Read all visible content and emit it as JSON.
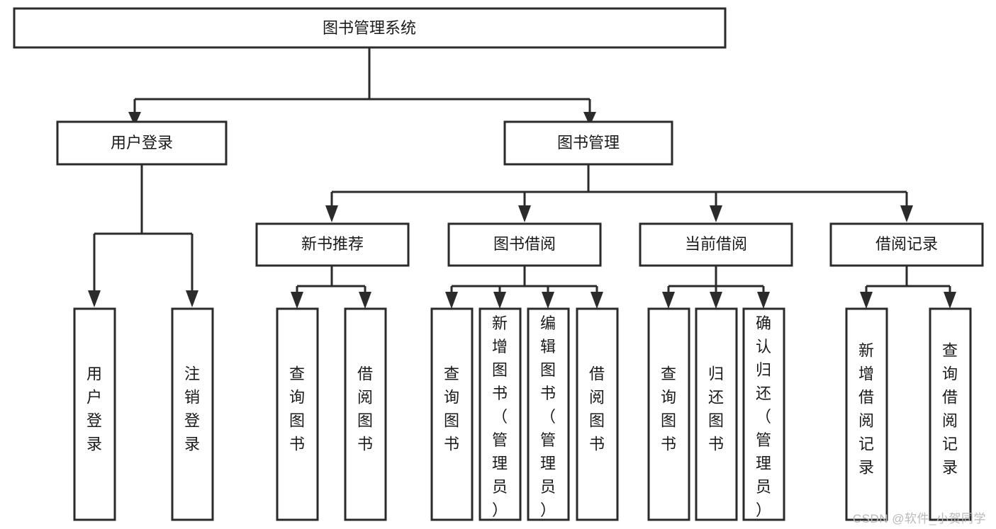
{
  "diagram": {
    "type": "tree-hierarchy-chart",
    "title": "图书管理系统",
    "watermark": "CSDN @软件_小贺同学",
    "colors": {
      "box_stroke": "#2b2b2b",
      "box_fill": "#ffffff",
      "text": "#1a1a1a",
      "background": "#ffffff",
      "watermark": "#b9b9b9"
    },
    "root": {
      "id": "root",
      "label": "图书管理系统",
      "orientation": "horizontal"
    },
    "level1": [
      {
        "id": "user-login",
        "label": "用户登录",
        "orientation": "horizontal"
      },
      {
        "id": "book-manage",
        "label": "图书管理",
        "orientation": "horizontal"
      }
    ],
    "level2": [
      {
        "id": "new-book-recommend",
        "label": "新书推荐",
        "parent": "book-manage",
        "orientation": "horizontal"
      },
      {
        "id": "book-borrow",
        "label": "图书借阅",
        "parent": "book-manage",
        "orientation": "horizontal"
      },
      {
        "id": "current-borrow",
        "label": "当前借阅",
        "parent": "book-manage",
        "orientation": "horizontal"
      },
      {
        "id": "borrow-record",
        "label": "借阅记录",
        "parent": "book-manage",
        "orientation": "horizontal"
      }
    ],
    "leaves": [
      {
        "id": "leaf-user-login",
        "label": "用户登录",
        "parent": "user-login",
        "orientation": "vertical"
      },
      {
        "id": "leaf-user-logout",
        "label": "注销登录",
        "parent": "user-login",
        "orientation": "vertical"
      },
      {
        "id": "leaf-query-book-1",
        "label": "查询图书",
        "parent": "new-book-recommend",
        "orientation": "vertical"
      },
      {
        "id": "leaf-borrow-book-1",
        "label": "借阅图书",
        "parent": "new-book-recommend",
        "orientation": "vertical"
      },
      {
        "id": "leaf-query-book-2",
        "label": "查询图书",
        "parent": "book-borrow",
        "orientation": "vertical"
      },
      {
        "id": "leaf-add-book",
        "label": "新增图书（管理员）",
        "parent": "book-borrow",
        "orientation": "vertical"
      },
      {
        "id": "leaf-edit-book",
        "label": "编辑图书（管理员）",
        "parent": "book-borrow",
        "orientation": "vertical"
      },
      {
        "id": "leaf-borrow-book-2",
        "label": "借阅图书",
        "parent": "book-borrow",
        "orientation": "vertical"
      },
      {
        "id": "leaf-query-book-3",
        "label": "查询图书",
        "parent": "current-borrow",
        "orientation": "vertical"
      },
      {
        "id": "leaf-return-book",
        "label": "归还图书",
        "parent": "current-borrow",
        "orientation": "vertical"
      },
      {
        "id": "leaf-confirm-return",
        "label": "确认归还（管理员）",
        "parent": "current-borrow",
        "orientation": "vertical"
      },
      {
        "id": "leaf-add-record",
        "label": "新增借阅记录",
        "parent": "borrow-record",
        "orientation": "vertical"
      },
      {
        "id": "leaf-query-record",
        "label": "查询借阅记录",
        "parent": "borrow-record",
        "orientation": "vertical"
      }
    ]
  }
}
